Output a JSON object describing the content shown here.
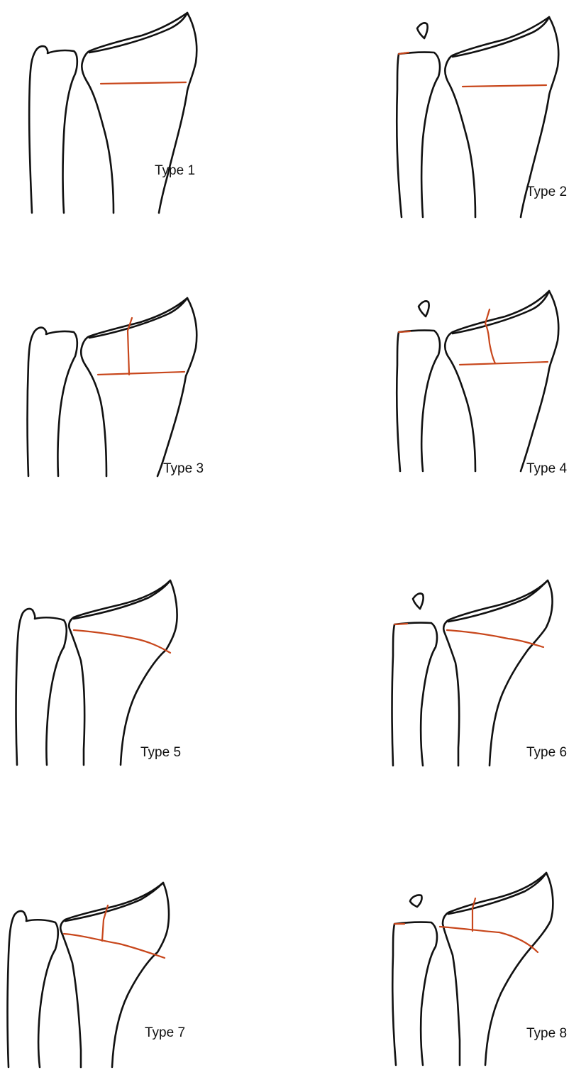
{
  "colors": {
    "bone_outline": "#111111",
    "fracture_line": "#c8471c",
    "background": "#ffffff"
  },
  "panels": [
    {
      "label": "Type 1",
      "ulnar_styloid_fragment": false,
      "transverse_fracture": true,
      "vertical_split": false,
      "oblique_fracture": false
    },
    {
      "label": "Type 2",
      "ulnar_styloid_fragment": true,
      "transverse_fracture": true,
      "vertical_split": false,
      "oblique_fracture": false
    },
    {
      "label": "Type 3",
      "ulnar_styloid_fragment": false,
      "transverse_fracture": true,
      "vertical_split": true,
      "oblique_fracture": false
    },
    {
      "label": "Type 4",
      "ulnar_styloid_fragment": true,
      "transverse_fracture": true,
      "vertical_split": true,
      "oblique_fracture": false
    },
    {
      "label": "Type 5",
      "ulnar_styloid_fragment": false,
      "transverse_fracture": false,
      "vertical_split": false,
      "oblique_fracture": true
    },
    {
      "label": "Type 6",
      "ulnar_styloid_fragment": true,
      "transverse_fracture": false,
      "vertical_split": false,
      "oblique_fracture": true
    },
    {
      "label": "Type 7",
      "ulnar_styloid_fragment": false,
      "transverse_fracture": false,
      "vertical_split": true,
      "oblique_fracture": true
    },
    {
      "label": "Type 8",
      "ulnar_styloid_fragment": true,
      "transverse_fracture": false,
      "vertical_split": true,
      "oblique_fracture": true
    }
  ]
}
